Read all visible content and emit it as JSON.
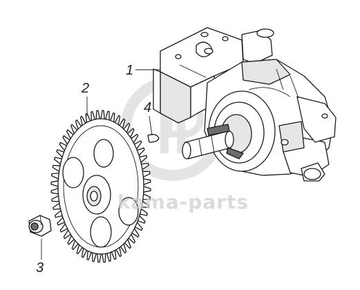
{
  "callouts": [
    {
      "id": "1",
      "label": "1"
    },
    {
      "id": "2",
      "label": "2"
    },
    {
      "id": "3",
      "label": "3"
    },
    {
      "id": "4",
      "label": "4"
    }
  ],
  "watermark": {
    "text": "kama-parts",
    "color": "#d0d0d0"
  },
  "colors": {
    "ink": "#1a1a1a",
    "background": "#ffffff",
    "shade": "#e6e6e6"
  },
  "icons": {
    "watermark_logo": "gear-logo-icon"
  }
}
